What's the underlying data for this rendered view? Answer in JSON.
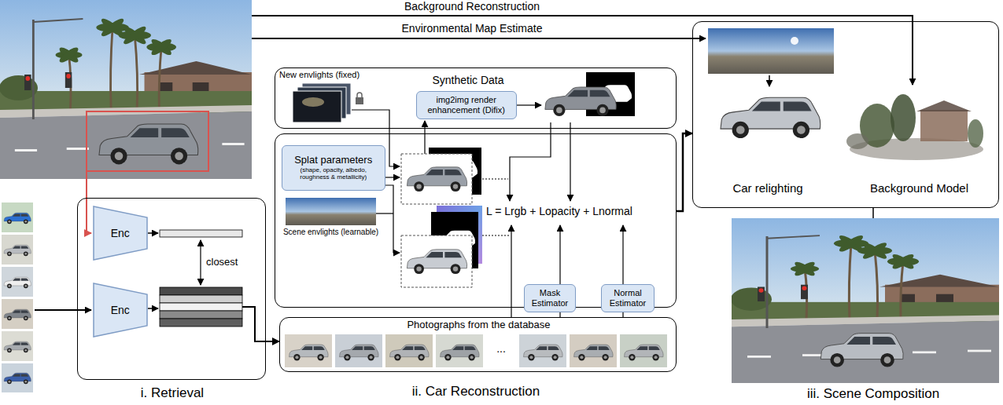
{
  "diagram": {
    "nodes": [
      {
        "text": [
          "i. Retrieval"
        ]
      },
      {
        "text": [
          "Enc"
        ],
        "in": 0
      },
      {
        "text": [
          "Enc"
        ],
        "in": 0
      },
      {
        "text": [
          "Synthetic Data"
        ]
      },
      {
        "text": [
          "img2img render enhancement (Difix)"
        ],
        "in": 3
      },
      {
        "text": [
          "L = Lrgb + Lopacity + Lnormal"
        ]
      },
      {
        "text": [
          "Splat parameters",
          "(shape, opacity, albedo, roughness & metallicity)"
        ],
        "in": 5
      },
      {
        "text": [
          "Mask Estimator"
        ]
      },
      {
        "text": [
          "Normal Estimator"
        ]
      },
      {
        "text": [
          "Photographs from the database"
        ]
      },
      {
        "text": [
          "Car relighting",
          "Background Model"
        ]
      }
    ],
    "edges": [
      {
        "from": 0,
        "to": 9,
        "arrow": "to"
      },
      {
        "from": 5,
        "to": 10,
        "arrow": "to"
      },
      {
        "from": 9,
        "to": 7,
        "arrow": "none"
      },
      {
        "from": 9,
        "to": 8,
        "arrow": "none"
      }
    ],
    "labels": [
      "Background Reconstruction",
      "Environmental Map Estimate",
      "New envlights (fixed)",
      "Scene envlights (learnable)",
      "closest",
      "...",
      "ii. Car Reconstruction",
      "iii. Scene Composition"
    ]
  }
}
